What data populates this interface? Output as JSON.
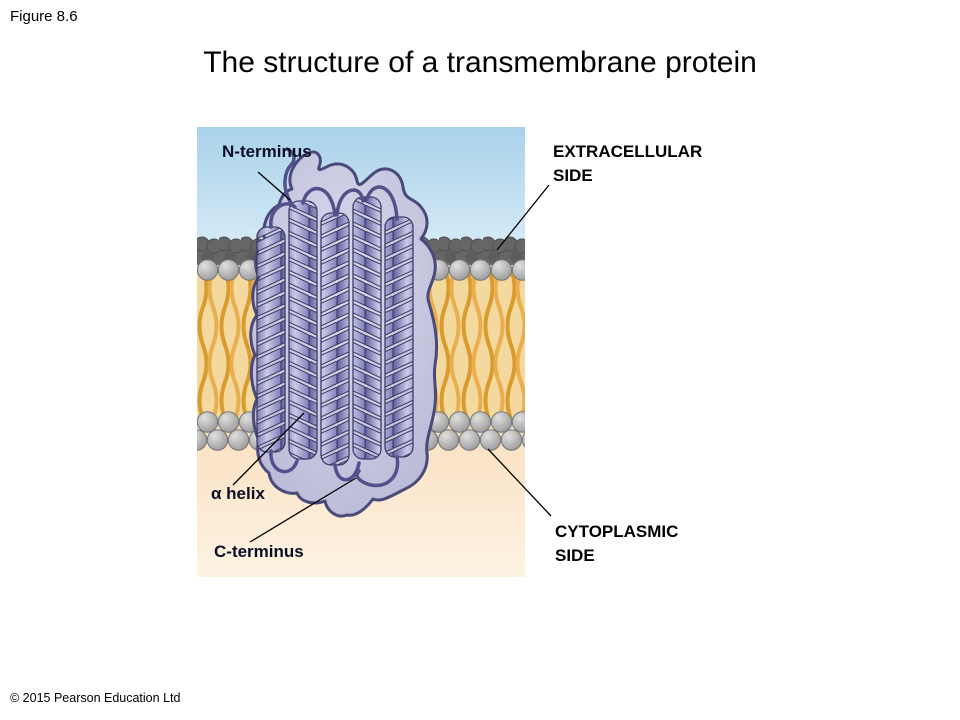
{
  "page": {
    "figure_label": "Figure 8.6",
    "title": "The structure of a transmembrane protein",
    "copyright": "© 2015 Pearson Education Ltd"
  },
  "figure": {
    "labels": {
      "n_terminus": "N-terminus",
      "c_terminus": "C-terminus",
      "alpha_helix": "α helix",
      "extracellular_side": {
        "line1": "EXTRACELLULAR",
        "line2": "SIDE"
      },
      "cytoplasmic_side": {
        "line1": "CYTOPLASMIC",
        "line2": "SIDE"
      }
    },
    "colors": {
      "sky_top": "#a9d2ea",
      "sky_bottom": "#e2f1fa",
      "cytoplasm_top": "#fadfbf",
      "cytoplasm_bottom": "#fdf3e3",
      "membrane_surface": "#666666",
      "membrane_surface_edge": "#4e4e4e",
      "head_light": "#e0e0e0",
      "head_dark": "#8d8d8d",
      "head_edge": "#767676",
      "tail_background": "#f4d99f",
      "tail_strand_dark": "#d99a2e",
      "tail_strand_light": "#e9af4f",
      "protein_light": "#dcdcee",
      "protein_mid": "#b6b6d4",
      "protein_outline": "#49497a",
      "ribbon_dark": "#5e5e9a",
      "ribbon_light": "#cacae8",
      "ribbon_mid": "#8080ba",
      "loop": "#51518b",
      "leader_line": "#000000"
    }
  }
}
